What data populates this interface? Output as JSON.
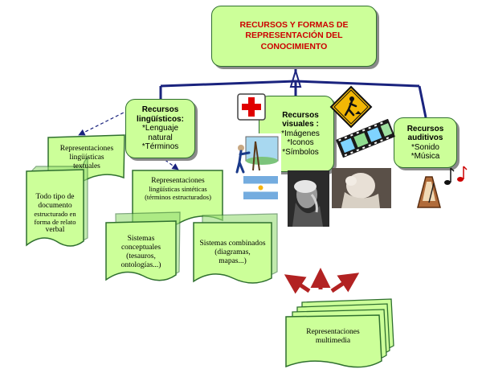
{
  "colors": {
    "box_fill": "#ccff99",
    "box_border": "#2f6f2f",
    "connector": "#1a237e",
    "root_text": "#cc0000",
    "arrow": "#b22222"
  },
  "root": {
    "title_lines": [
      "RECURSOS Y FORMAS DE",
      "REPRESENTACIÓN DEL",
      "CONOCIMIENTO"
    ]
  },
  "nodes": {
    "linguisticos": {
      "title_lines": [
        "Recursos",
        "lingüísticos:"
      ],
      "lines": [
        "*Lenguaje",
        "natural",
        "*Términos"
      ]
    },
    "visuales": {
      "title_lines": [
        "Recursos",
        "visuales :"
      ],
      "lines": [
        "*Imágenes",
        "*Iconos",
        "*Símbolos"
      ]
    },
    "auditivos": {
      "title_lines": [
        "Recursos",
        "auditivos"
      ],
      "lines": [
        "*Sonido",
        "*Música"
      ]
    },
    "textuales": {
      "lines": [
        "Representaciones",
        "lingüísticas",
        "textuales"
      ]
    },
    "documento": {
      "lines": [
        "Todo tipo de",
        "documento",
        "estructurado en",
        "forma de relato",
        "verbal"
      ]
    },
    "sinteticas": {
      "lines": [
        "Representaciones",
        "lingüísticas sintéticas",
        "(términos estructurados)"
      ]
    },
    "conceptuales": {
      "lines": [
        "Sistemas",
        "conceptuales",
        "(tesauros,",
        "ontologías...)"
      ]
    },
    "combinados": {
      "lines": [
        "Sistemas combinados",
        "(diagramas,",
        "mapas...)"
      ]
    },
    "multimedia": {
      "lines": [
        "Representaciones",
        "multimedia"
      ]
    }
  },
  "icons": [
    "red-cross-icon",
    "worker-sign-icon",
    "film-strip-icon",
    "painter-picture-icon",
    "argentina-flag-icon",
    "portrait-photo-icon",
    "sculpture-photo-icon",
    "metronome-icon",
    "music-notes-icon"
  ]
}
